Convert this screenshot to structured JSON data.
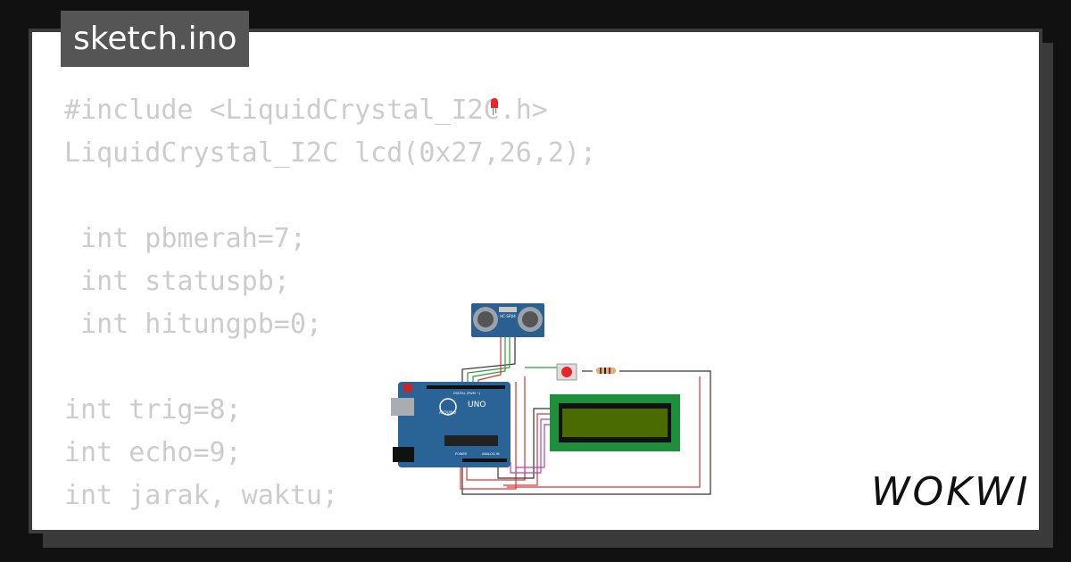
{
  "file_tab": {
    "label": "sketch.ino"
  },
  "code_lines": [
    "#include <LiquidCrystal_I2C.h>",
    "LiquidCrystal_I2C lcd(0x27,26,2);",
    "",
    " int pbmerah=7;",
    " int statuspb;",
    " int hitungpb=0;",
    "",
    "int trig=8;",
    "int echo=9;",
    "int jarak, waktu;"
  ],
  "board": {
    "digital_label": "DIGITAL (PWM ~)",
    "name": "UNO",
    "brand": "ARDUINO",
    "power_label": "POWER",
    "analog_label": "ANALOG IN"
  },
  "sensor": {
    "label": "HC-SR04"
  },
  "brand": {
    "name": "WOKWI"
  },
  "colors": {
    "background": "#111111",
    "card": "#ffffff",
    "code_text": "#cccccc",
    "tab": "#555555",
    "board": "#2a6496",
    "lcd_border": "#1e8f3c",
    "lcd_screen": "#4a6b00"
  },
  "icons": [
    "led-icon",
    "pushbutton-icon",
    "resistor-icon",
    "ultrasonic-sensor-icon",
    "arduino-uno-icon",
    "lcd-display-icon"
  ]
}
